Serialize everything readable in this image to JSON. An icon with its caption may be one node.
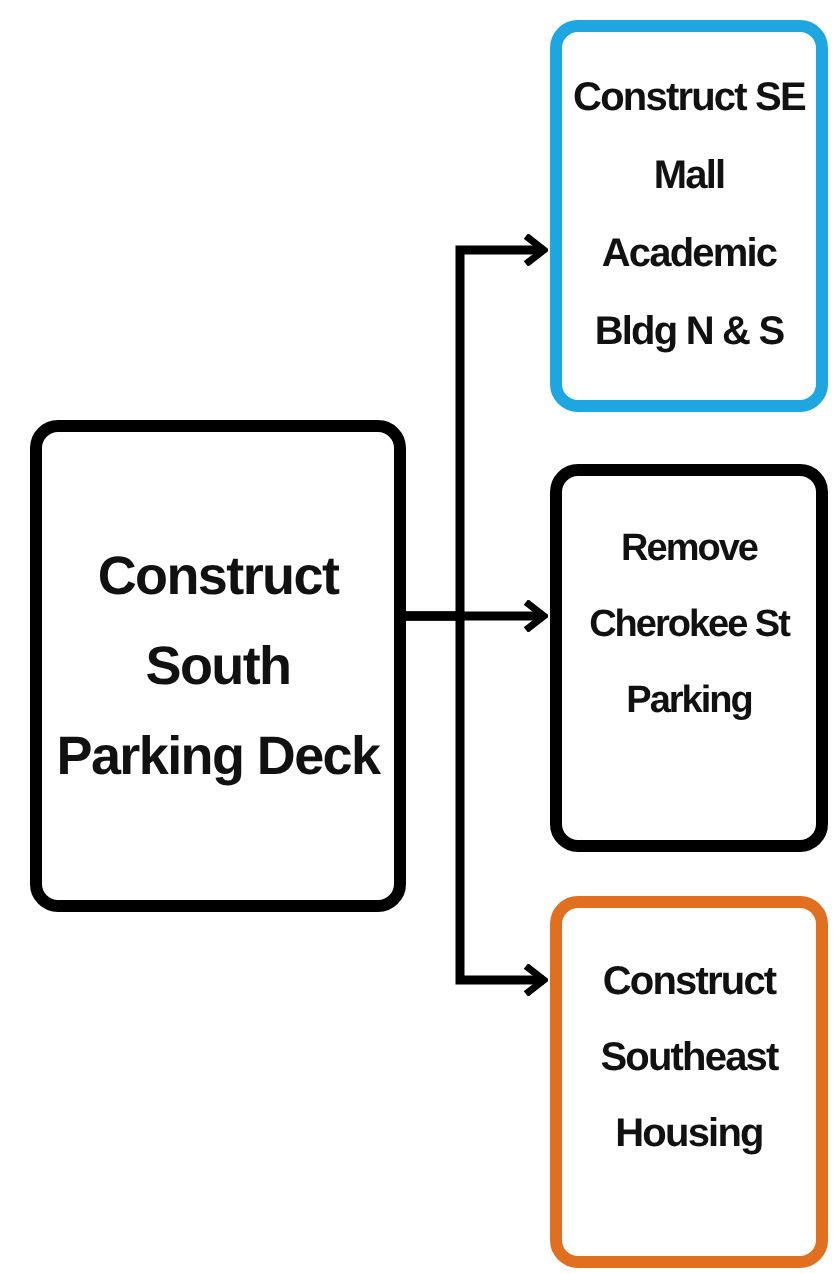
{
  "diagram": {
    "nodes": [
      {
        "text": [
          "Construct South Parking Deck"
        ]
      },
      {
        "text": [
          "Construct SE Mall Academic Bldg N & S"
        ]
      },
      {
        "text": [
          "Remove Cherokee St Parking"
        ]
      },
      {
        "text": [
          "Construct Southeast Housing"
        ]
      }
    ],
    "edges": [
      {
        "from": 0,
        "to": 1,
        "arrow": "to"
      },
      {
        "from": 0,
        "to": 2,
        "arrow": "to"
      },
      {
        "from": 0,
        "to": 3,
        "arrow": "to"
      }
    ]
  }
}
